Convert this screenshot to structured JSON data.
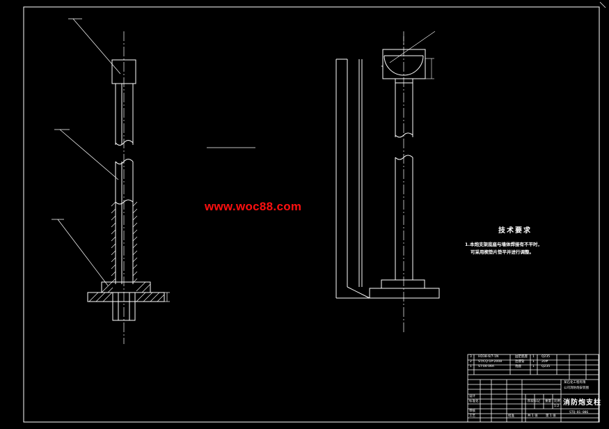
{
  "watermark": "www.woc88.com",
  "technical_requirements": {
    "title": "技术要求",
    "line1": "1.本炮支架底座与墙体焊接有不平时，",
    "line2": "可采用楔垫片垫平并进行调整。"
  },
  "parts_list": [
    {
      "no": "3",
      "code": "HD38-6/7-1N",
      "name": "固定底座",
      "qty": "1",
      "material": "Q235"
    },
    {
      "no": "2",
      "code": "ST/CQ-1P-2008",
      "name": "连接管",
      "qty": "1",
      "material": "20#"
    },
    {
      "no": "1",
      "code": "ST-04-06A",
      "name": "炮座",
      "qty": "1",
      "material": "Q235"
    }
  ],
  "title_block": {
    "drawing_title": "消防炮支柱",
    "drawing_number": "STQ-01-006",
    "company_line1": "某石化工程有限",
    "company_line2": "公司消防炮安装图",
    "label_designer": "设计",
    "label_review": "审核",
    "label_process": "工艺",
    "label_standard": "标准化",
    "label_approve": "批准",
    "label_stage": "阶段标记",
    "label_weight": "重量",
    "label_scale": "比例",
    "scale_value": "1:2",
    "sheet_text": "共 1 张",
    "sheet_of": "第 1 张"
  }
}
